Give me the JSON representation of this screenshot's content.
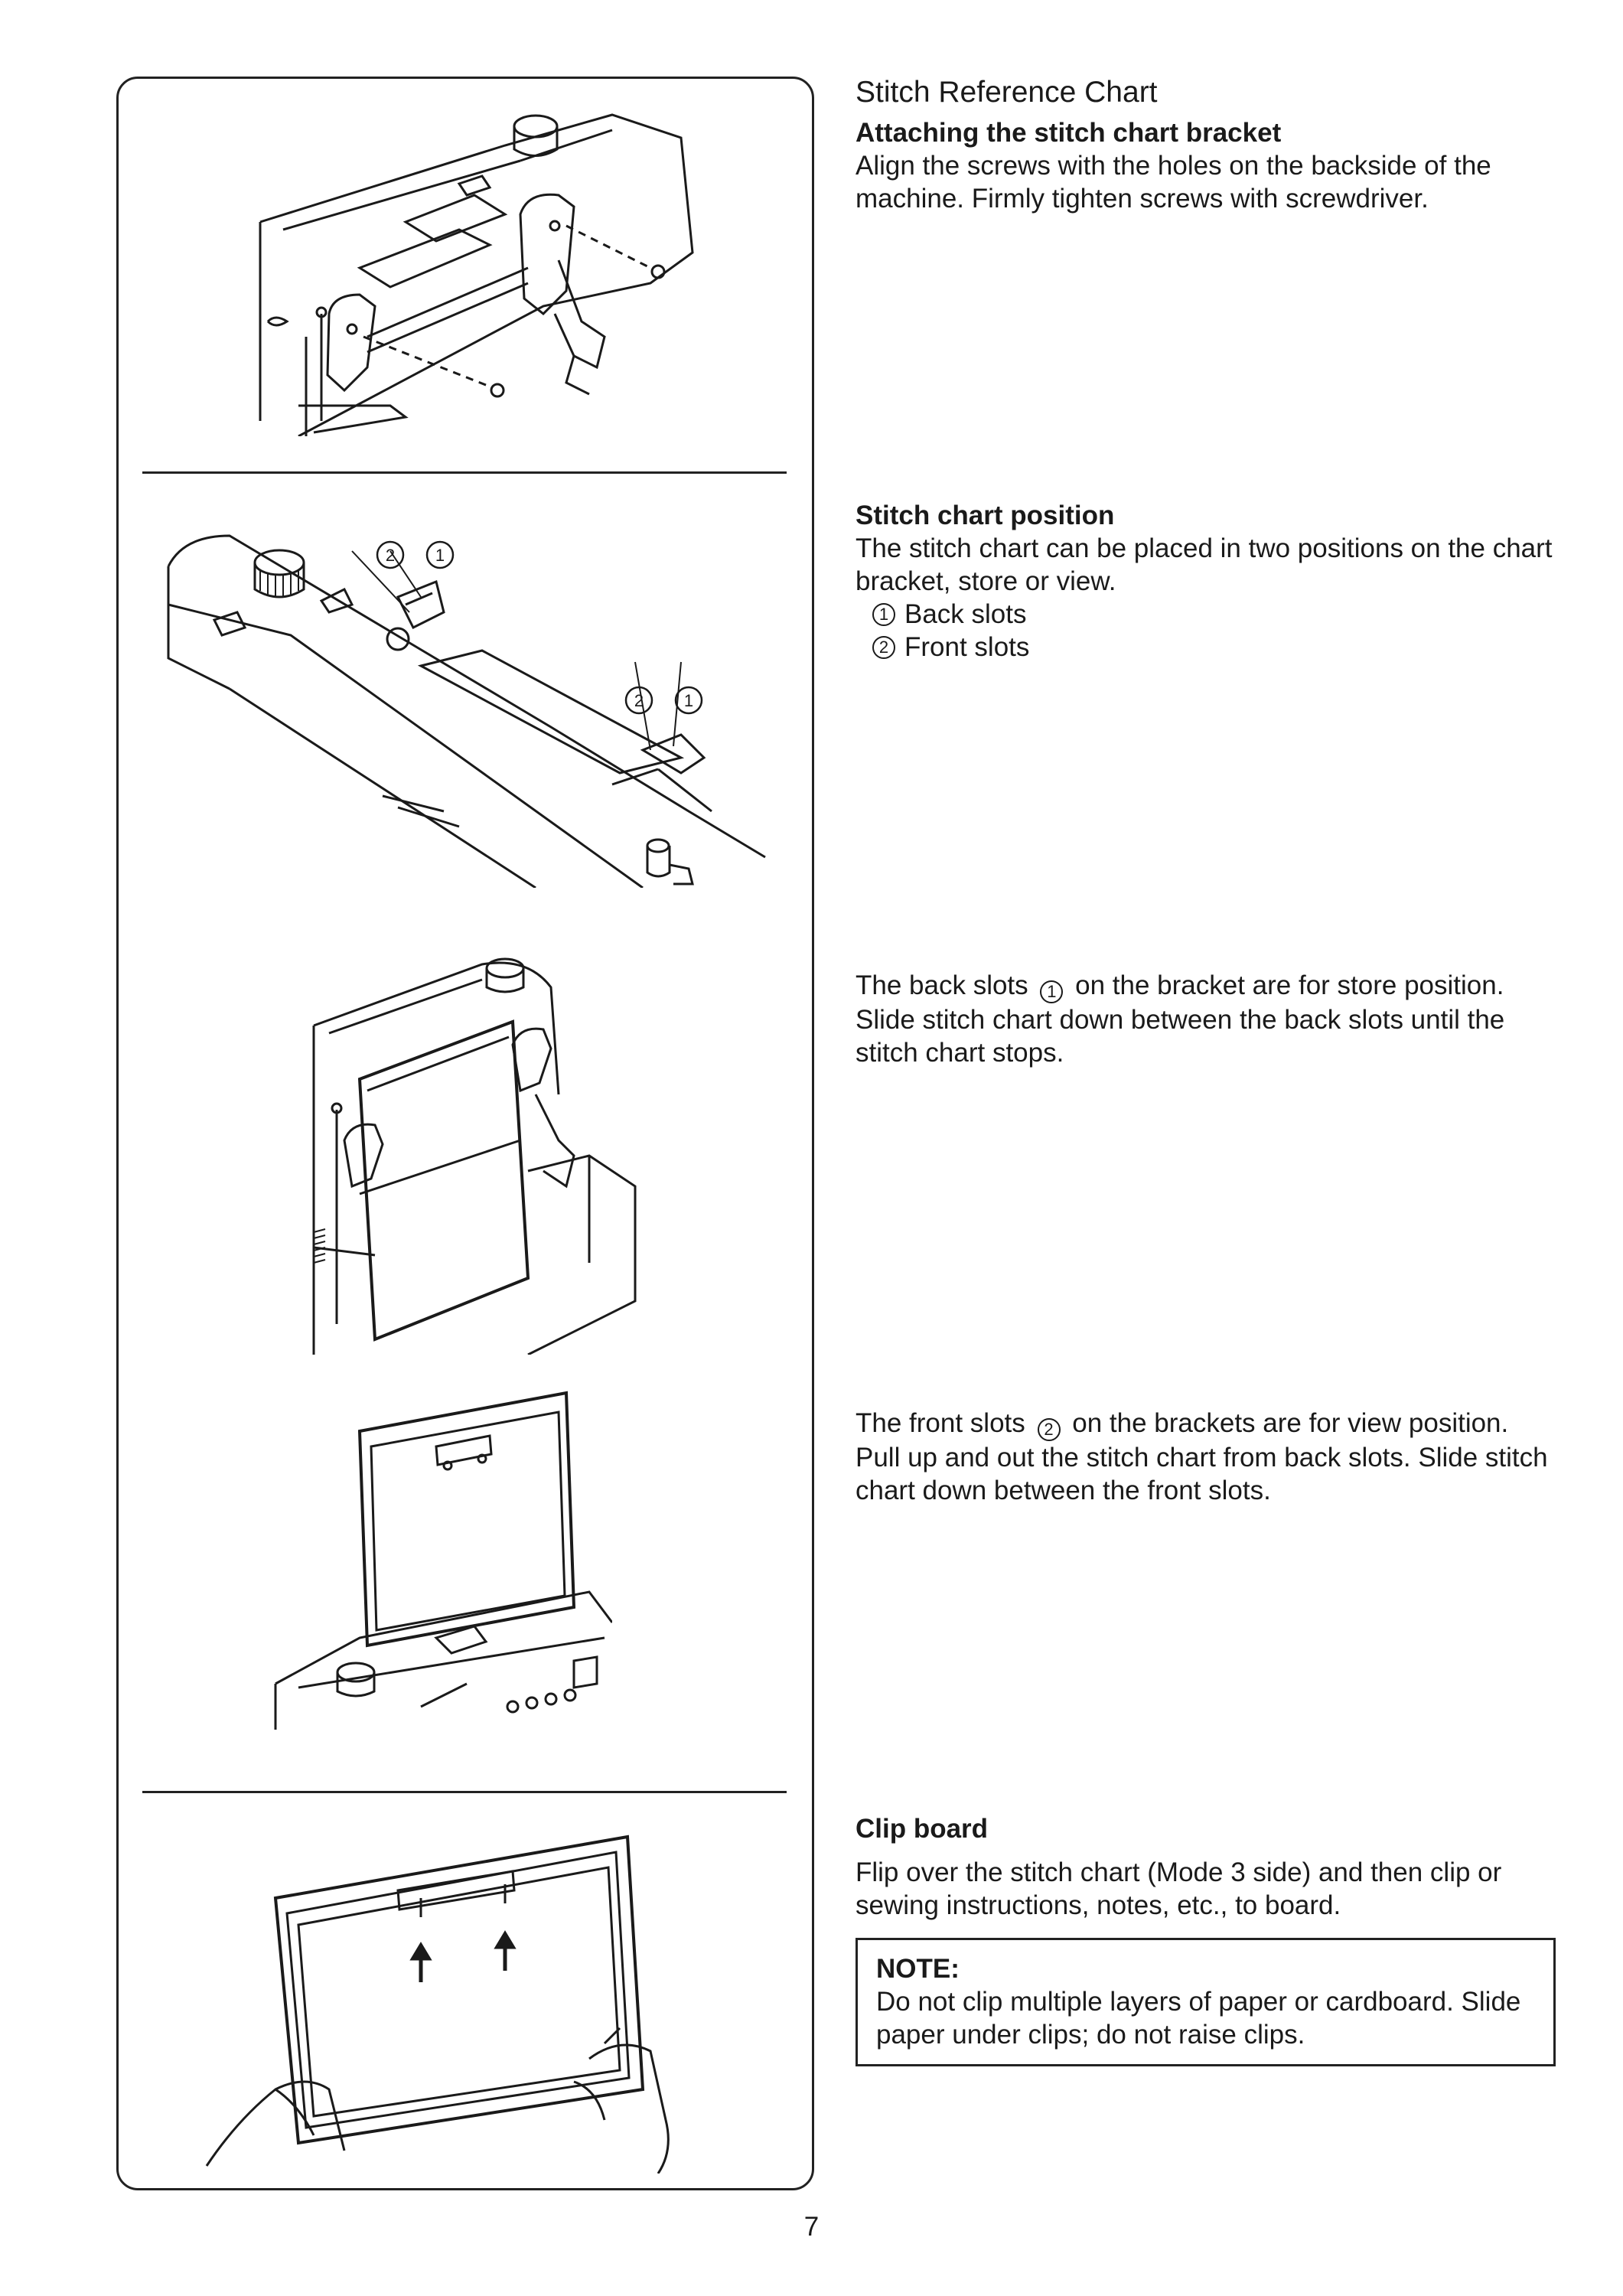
{
  "section": {
    "title": "Stitch Reference Chart"
  },
  "attaching": {
    "heading": "Attaching the stitch chart bracket",
    "body": "Align the screws with the holes on the backside of the machine. Firmly tighten screws with screwdriver."
  },
  "position": {
    "heading": "Stitch chart position",
    "body": "The stitch chart can be placed in two positions on the chart bracket, store or view.",
    "items": [
      {
        "num": "1",
        "label": "Back slots"
      },
      {
        "num": "2",
        "label": "Front slots"
      }
    ]
  },
  "store": {
    "pre": "The back slots",
    "num": "1",
    "post": "on the bracket are for store position. Slide stitch chart down between the back slots until the stitch chart stops."
  },
  "view": {
    "pre": "The front slots",
    "num": "2",
    "post": "on the brackets are for view position. Pull up and out the stitch chart from back slots. Slide stitch chart down between the front slots."
  },
  "clipboard": {
    "heading": "Clip board",
    "body": "Flip over the stitch chart (Mode 3 side) and then clip or sewing instructions, notes, etc., to board."
  },
  "note": {
    "title": "NOTE:",
    "body": "Do not clip multiple layers of paper or cardboard. Slide paper under clips; do not raise clips."
  },
  "figure_labels": {
    "fig2_top": [
      "2",
      "1"
    ],
    "fig2_bottom": [
      "2",
      "1"
    ]
  },
  "page_number": "7"
}
